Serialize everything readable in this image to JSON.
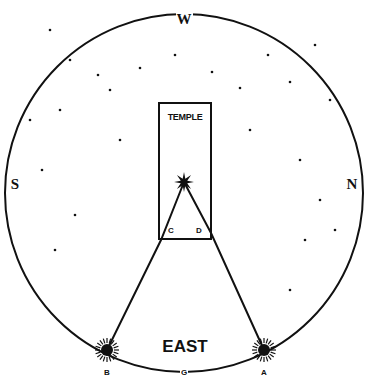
{
  "diagram": {
    "nodes": [
      {
        "text": [
          "TEMPLE"
        ]
      }
    ],
    "labels": [
      "W",
      "S",
      "N",
      "C",
      "D",
      "EAST",
      "B",
      "G",
      "A"
    ]
  }
}
